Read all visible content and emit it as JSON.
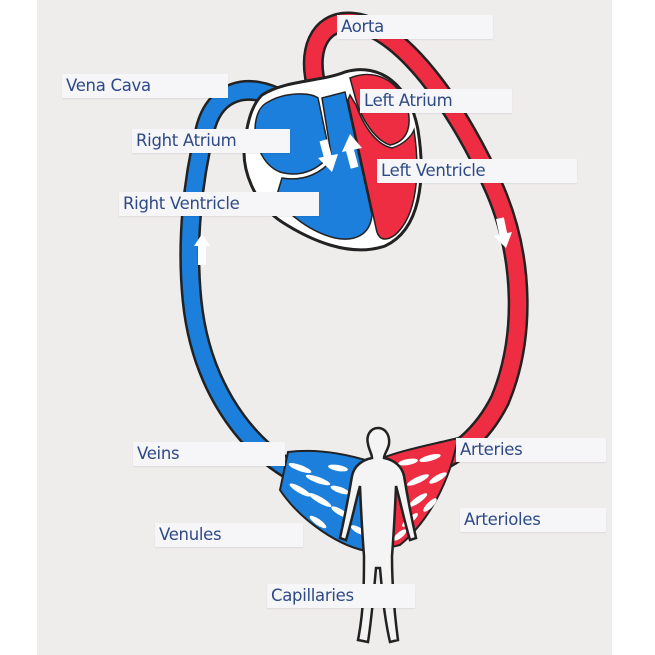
{
  "diagram": {
    "colors": {
      "oxygenated": "#ef2d42",
      "deoxygenated": "#1c7fdb",
      "outline": "#222222",
      "label_text": "#2e4a86",
      "label_bg": "#f6f5f7",
      "board": "#efecec"
    },
    "labels": {
      "aorta": "Aorta",
      "vena_cava": "Vena Cava",
      "left_atrium": "Left Atrium",
      "right_atrium": "Right Atrium",
      "left_ventricle": "Left Ventricle",
      "right_ventricle": "Right Ventricle",
      "veins": "Veins",
      "arteries": "Arteries",
      "arterioles": "Arterioles",
      "venules": "Venules",
      "capillaries": "Capillaries"
    },
    "icons": {
      "flow_arrows": [
        "arrow-up-icon",
        "arrow-down-icon",
        "arrow-down-icon",
        "arrow-up-icon"
      ],
      "body_figure": "human-silhouette-icon"
    }
  }
}
